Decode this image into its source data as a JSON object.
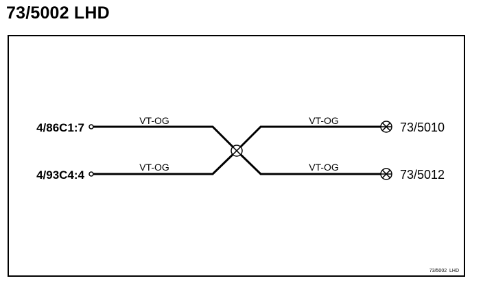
{
  "title": "73/5002 LHD",
  "footer_tag": "73/5002  LHD",
  "wires": [
    {
      "from": "4/86C1:7",
      "to": "73/5010",
      "left_label": "VT-OG",
      "right_label": "VT-OG"
    },
    {
      "from": "4/93C4:4",
      "to": "73/5012",
      "left_label": "VT-OG",
      "right_label": "VT-OG"
    }
  ],
  "splice_icon": "crossed-circle-splice-icon",
  "terminal_icon": "crossed-circle-connector-icon",
  "source_icon": "open-circle-pin-icon"
}
